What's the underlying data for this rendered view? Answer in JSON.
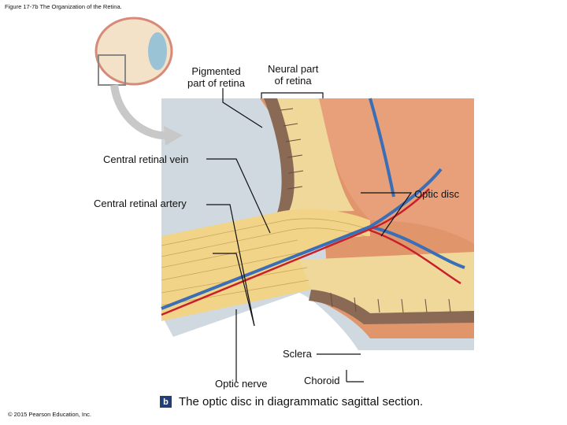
{
  "figure_title": "Figure 17-7b The Organization of the Retina.",
  "labels": {
    "pigmented": [
      "Pigmented",
      "part of retina"
    ],
    "neural": [
      "Neural part",
      "of retina"
    ],
    "central_vein": "Central retinal vein",
    "central_artery": "Central retinal artery",
    "optic_disc": "Optic disc",
    "sclera": "Sclera",
    "optic_nerve": "Optic nerve",
    "choroid": "Choroid"
  },
  "caption": {
    "badge": "b",
    "text": "The optic disc in diagrammatic sagittal section."
  },
  "copyright": "© 2015 Pearson Education, Inc.",
  "colors": {
    "sclera": "#cfd9df",
    "choroid": "#e0956b",
    "pigment": "#8a6a55",
    "retina": "#efd89a",
    "nerve": "#f2d489",
    "vein": "#3a6fb7",
    "artery": "#c8202a"
  }
}
